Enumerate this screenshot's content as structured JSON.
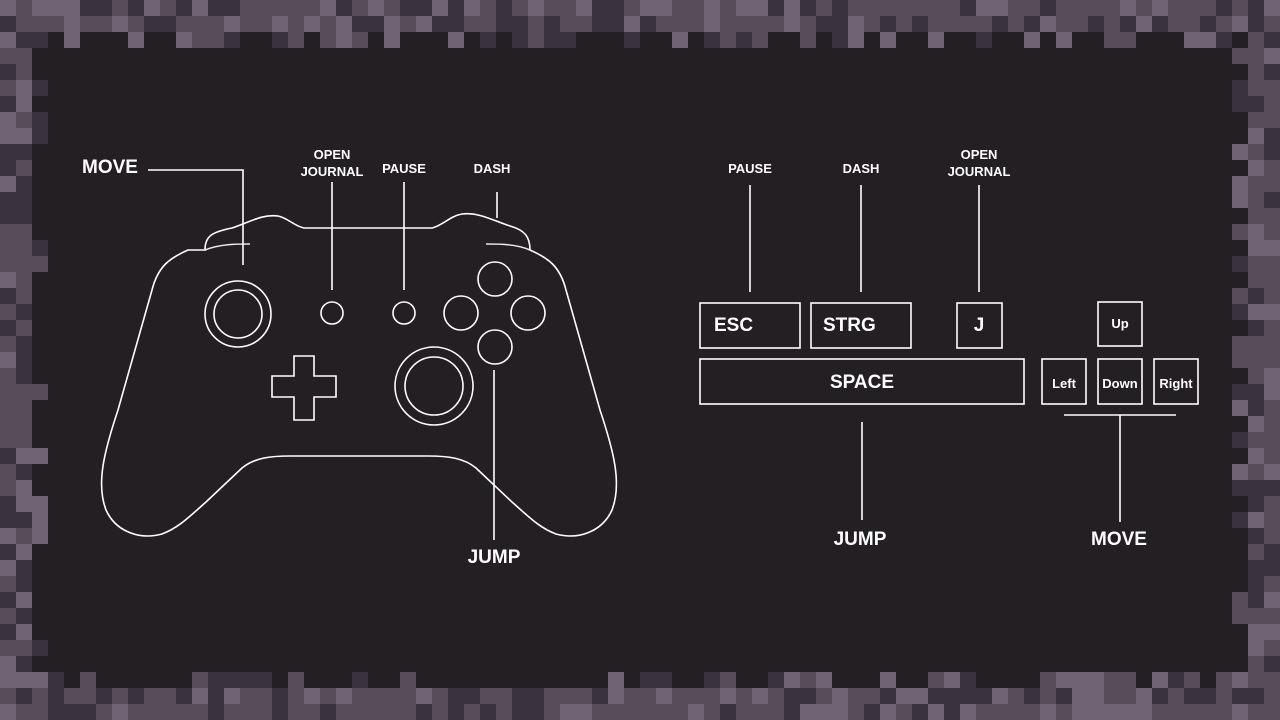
{
  "controller": {
    "move_label": "MOVE",
    "open_journal_line1": "OPEN",
    "open_journal_line2": "JOURNAL",
    "pause_label": "PAUSE",
    "dash_label": "DASH",
    "jump_label": "JUMP"
  },
  "keyboard": {
    "pause_label": "PAUSE",
    "dash_label": "DASH",
    "open_journal_line1": "OPEN",
    "open_journal_line2": "JOURNAL",
    "jump_label": "JUMP",
    "move_label": "MOVE",
    "keys": {
      "esc": "ESC",
      "strg": "STRG",
      "j": "J",
      "space": "SPACE",
      "up": "Up",
      "left": "Left",
      "down": "Down",
      "right": "Right"
    }
  },
  "colors": {
    "background": "#231f23",
    "frame_dark": "#3a333d",
    "frame_mid": "#564c5a",
    "frame_light": "#6f6474",
    "line": "#ffffff"
  }
}
